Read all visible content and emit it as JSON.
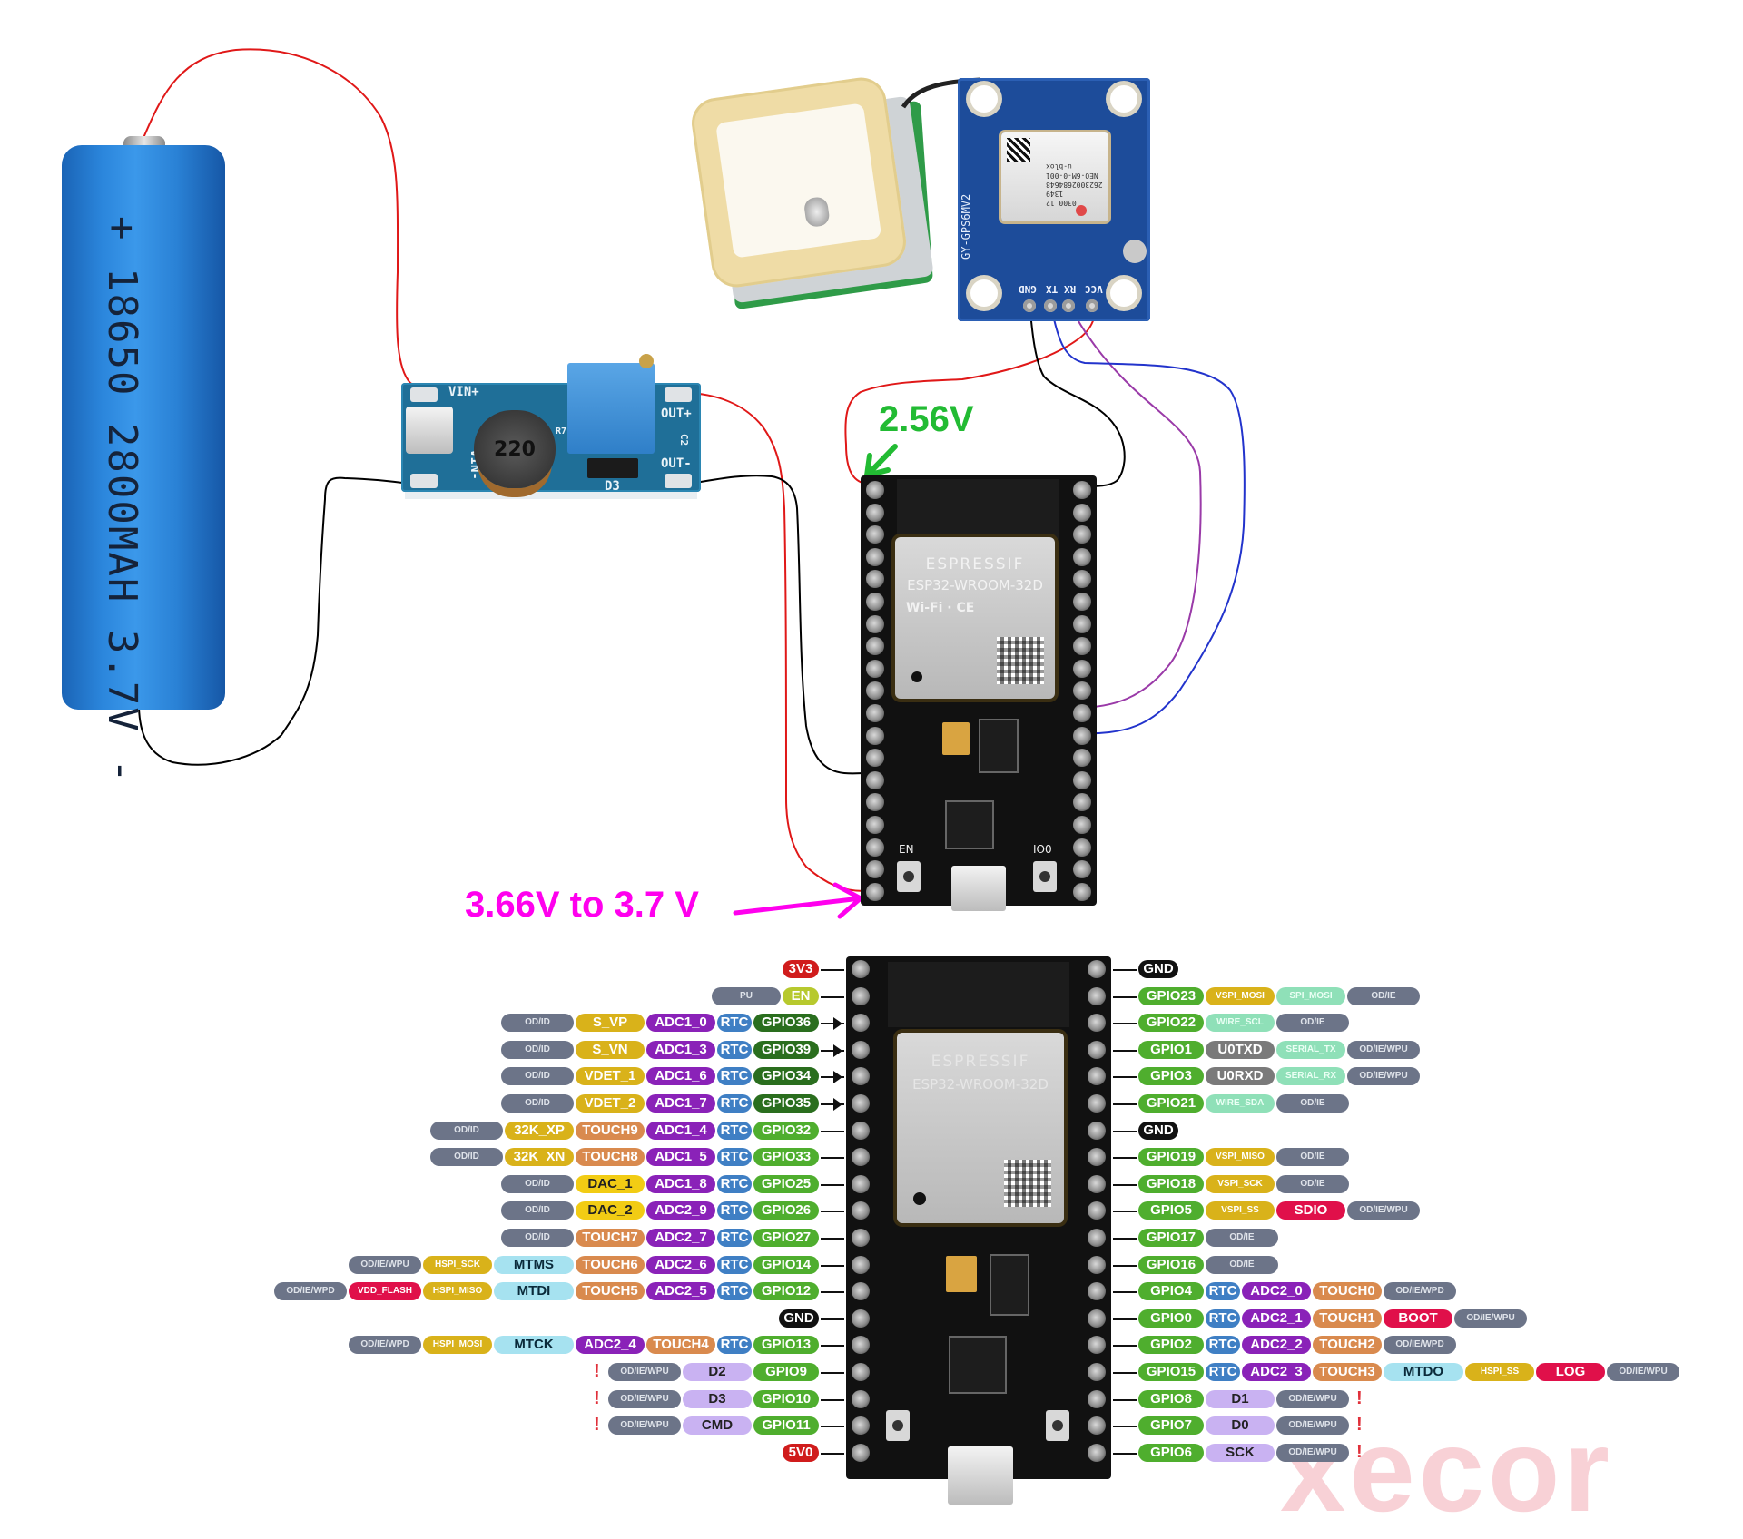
{
  "annotations": {
    "esp_pin_voltage_top": "2.56V",
    "esp_pin_voltage_bottom": "3.66V to 3.7 V"
  },
  "colors": {
    "annotation_green": "#22bb33",
    "annotation_magenta": "#ff00ee",
    "wire_red": "#e01818",
    "wire_black": "#000000",
    "wire_blue": "#2233cc",
    "wire_purple": "#9a3aa8"
  },
  "battery": {
    "label": "+ 18650 2800MAH 3.7V -"
  },
  "boost_module": {
    "pins": [
      "VIN+",
      "VIN-",
      "OUT+",
      "OUT-"
    ],
    "inductor_label": "220",
    "diode_label": "D3",
    "cap_label": "C2",
    "resistor_label": "R7"
  },
  "gps_module": {
    "board_name": "GY-GPS6MV2",
    "pins": [
      "GND",
      "TX",
      "RX",
      "VCC"
    ],
    "chip_lines": [
      "u-blox",
      "NEO-6M-0-001",
      "2623002684648",
      "1349",
      "0300 12"
    ]
  },
  "esp32_board": {
    "module_brand": "ESPRESSIF",
    "module_name": "ESP32-WROOM-32D",
    "button_left": "EN",
    "button_right": "IO0"
  },
  "pinout": {
    "left_rows": [
      {
        "pin": "3V3",
        "tags": [],
        "type": "power"
      },
      {
        "pin": "EN",
        "tags": [
          "PU"
        ],
        "type": "en"
      },
      {
        "pin": "GPIO36",
        "tags": [
          "RTC",
          "ADC1_0",
          "S_VP",
          "OD/ID"
        ],
        "type": "input"
      },
      {
        "pin": "GPIO39",
        "tags": [
          "RTC",
          "ADC1_3",
          "S_VN",
          "OD/ID"
        ],
        "type": "input"
      },
      {
        "pin": "GPIO34",
        "tags": [
          "RTC",
          "ADC1_6",
          "VDET_1",
          "OD/ID"
        ],
        "type": "input"
      },
      {
        "pin": "GPIO35",
        "tags": [
          "RTC",
          "ADC1_7",
          "VDET_2",
          "OD/ID"
        ],
        "type": "input"
      },
      {
        "pin": "GPIO32",
        "tags": [
          "RTC",
          "ADC1_4",
          "TOUCH9",
          "32K_XP",
          "OD/ID"
        ],
        "type": "pwm"
      },
      {
        "pin": "GPIO33",
        "tags": [
          "RTC",
          "ADC1_5",
          "TOUCH8",
          "32K_XN",
          "OD/ID"
        ],
        "type": "pwm"
      },
      {
        "pin": "GPIO25",
        "tags": [
          "RTC",
          "ADC1_8",
          "DAC_1",
          "OD/ID"
        ],
        "type": "pwm"
      },
      {
        "pin": "GPIO26",
        "tags": [
          "RTC",
          "ADC2_9",
          "DAC_2",
          "OD/ID"
        ],
        "type": "pwm"
      },
      {
        "pin": "GPIO27",
        "tags": [
          "RTC",
          "ADC2_7",
          "TOUCH7",
          "OD/ID"
        ],
        "type": "pwm"
      },
      {
        "pin": "GPIO14",
        "tags": [
          "RTC",
          "ADC2_6",
          "TOUCH6",
          "MTMS",
          "HSPI_SCK",
          "OD/IE/WPU"
        ],
        "type": "pwm"
      },
      {
        "pin": "GPIO12",
        "tags": [
          "RTC",
          "ADC2_5",
          "TOUCH5",
          "MTDI",
          "HSPI_MISO",
          "VDD_FLASH",
          "OD/IE/WPD"
        ],
        "type": "pwm"
      },
      {
        "pin": "GND",
        "tags": [],
        "type": "gnd"
      },
      {
        "pin": "GPIO13",
        "tags": [
          "RTC",
          "TOUCH4",
          "ADC2_4",
          "MTCK",
          "HSPI_MOSI",
          "OD/IE/WPD"
        ],
        "type": "pwm"
      },
      {
        "pin": "GPIO9",
        "tags": [
          "D2",
          "OD/IE/WPU"
        ],
        "type": "flash",
        "warning": "!"
      },
      {
        "pin": "GPIO10",
        "tags": [
          "D3",
          "OD/IE/WPU"
        ],
        "type": "flash",
        "warning": "!"
      },
      {
        "pin": "GPIO11",
        "tags": [
          "CMD",
          "OD/IE/WPU"
        ],
        "type": "flash",
        "warning": "!"
      },
      {
        "pin": "5V0",
        "tags": [],
        "type": "power"
      }
    ],
    "right_rows": [
      {
        "pin": "GND",
        "tags": [],
        "type": "gnd"
      },
      {
        "pin": "GPIO23",
        "tags": [
          "VSPI_MOSI",
          "SPI_MOSI",
          "OD/IE"
        ],
        "type": "pwm"
      },
      {
        "pin": "GPIO22",
        "tags": [
          "WIRE_SCL",
          "OD/IE"
        ],
        "type": "pwm"
      },
      {
        "pin": "GPIO1",
        "tags": [
          "U0TXD",
          "SERIAL_TX",
          "OD/IE/WPU"
        ],
        "type": "pwm"
      },
      {
        "pin": "GPIO3",
        "tags": [
          "U0RXD",
          "SERIAL_RX",
          "OD/IE/WPU"
        ],
        "type": "pwm"
      },
      {
        "pin": "GPIO21",
        "tags": [
          "WIRE_SDA",
          "OD/IE"
        ],
        "type": "pwm"
      },
      {
        "pin": "GND",
        "tags": [],
        "type": "gnd"
      },
      {
        "pin": "GPIO19",
        "tags": [
          "VSPI_MISO",
          "OD/IE"
        ],
        "type": "pwm"
      },
      {
        "pin": "GPIO18",
        "tags": [
          "VSPI_SCK",
          "OD/IE"
        ],
        "type": "pwm"
      },
      {
        "pin": "GPIO5",
        "tags": [
          "VSPI_SS",
          "SDIO",
          "OD/IE/WPU"
        ],
        "type": "pwm"
      },
      {
        "pin": "GPIO17",
        "tags": [
          "OD/IE"
        ],
        "type": "pwm"
      },
      {
        "pin": "GPIO16",
        "tags": [
          "OD/IE"
        ],
        "type": "pwm"
      },
      {
        "pin": "GPIO4",
        "tags": [
          "RTC",
          "ADC2_0",
          "TOUCH0",
          "OD/IE/WPD"
        ],
        "type": "pwm"
      },
      {
        "pin": "GPIO0",
        "tags": [
          "RTC",
          "ADC2_1",
          "TOUCH1",
          "BOOT",
          "OD/IE/WPU"
        ],
        "type": "pwm"
      },
      {
        "pin": "GPIO2",
        "tags": [
          "RTC",
          "ADC2_2",
          "TOUCH2",
          "OD/IE/WPD"
        ],
        "type": "pwm"
      },
      {
        "pin": "GPIO15",
        "tags": [
          "RTC",
          "ADC2_3",
          "TOUCH3",
          "MTDO",
          "HSPI_SS",
          "LOG",
          "OD/IE/WPU"
        ],
        "type": "pwm"
      },
      {
        "pin": "GPIO8",
        "tags": [
          "D1",
          "OD/IE/WPU"
        ],
        "type": "flash",
        "warning": "!"
      },
      {
        "pin": "GPIO7",
        "tags": [
          "D0",
          "OD/IE/WPU"
        ],
        "type": "flash",
        "warning": "!"
      },
      {
        "pin": "GPIO6",
        "tags": [
          "SCK",
          "OD/IE/WPU"
        ],
        "type": "flash",
        "warning": "!"
      }
    ],
    "tag_colors": {
      "gpio": "#4fae2e",
      "gpio_input": "#2a6e1e",
      "rtc": "#3f7fc4",
      "adc": "#8a22b8",
      "touch": "#d98a4e",
      "yellow": "#d9b21a",
      "dac": "#f2cc14",
      "flags": "#6c7488",
      "mtx": "#a6e2f0",
      "spi_green": "#8fe0b8",
      "uart": "#7a7a7a",
      "red": "#e0104a",
      "flash": "#c9b2f2",
      "power": "#d01c1c",
      "gnd": "#111111",
      "en": "#b7c92e"
    },
    "watermark": "xecor"
  }
}
